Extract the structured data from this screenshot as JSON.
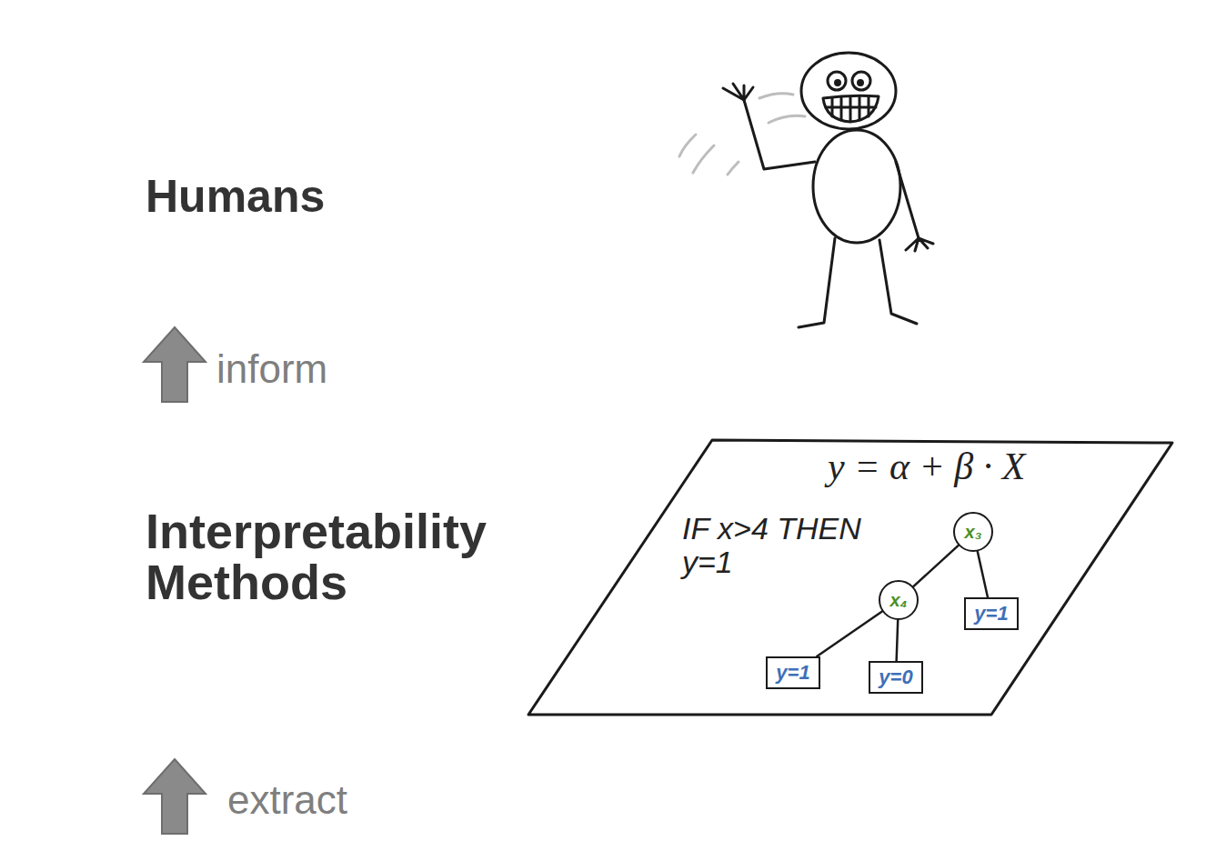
{
  "diagram": {
    "nodes": [
      {
        "text": [
          "y = α + β · X",
          "IF x>4 THEN y=1"
        ]
      },
      {
        "text": [
          "x₃"
        ],
        "in": 0
      },
      {
        "text": [
          "x₄"
        ],
        "in": 0
      },
      {
        "text": [
          "y=1"
        ],
        "in": 0
      },
      {
        "text": [
          "y=1"
        ],
        "in": 0
      },
      {
        "text": [
          "y=0"
        ],
        "in": 0
      }
    ],
    "edges": [
      {
        "from": 1,
        "to": 2,
        "arrow": "none"
      },
      {
        "from": 1,
        "to": 3,
        "arrow": "none"
      },
      {
        "from": 2,
        "to": 4,
        "arrow": "none"
      },
      {
        "from": 2,
        "to": 5,
        "arrow": "none"
      }
    ],
    "labels": [
      "Humans",
      "inform",
      "Interpretability Methods",
      "extract"
    ]
  }
}
